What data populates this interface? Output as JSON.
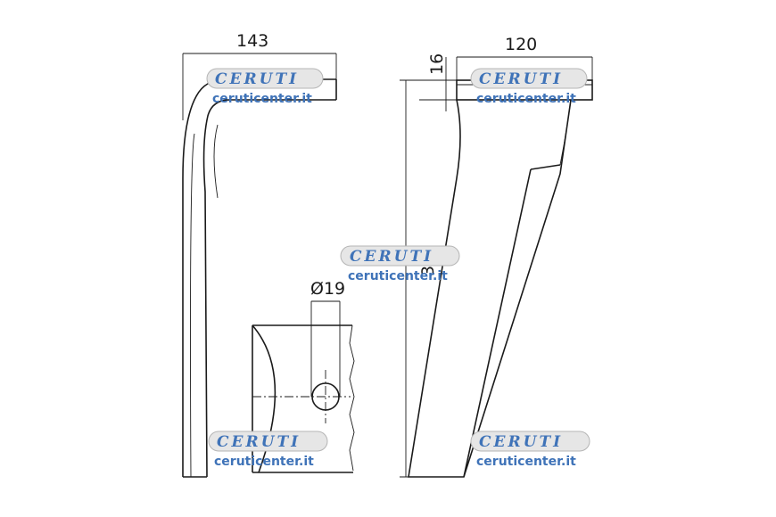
{
  "dimensions": {
    "width_side": "143",
    "width_front": "120",
    "thickness": "16",
    "height": "315",
    "hole": "Ø19"
  },
  "watermark": {
    "brand": "CERUTI",
    "site": "ceruticenter.it",
    "color": "#3f73b8"
  }
}
